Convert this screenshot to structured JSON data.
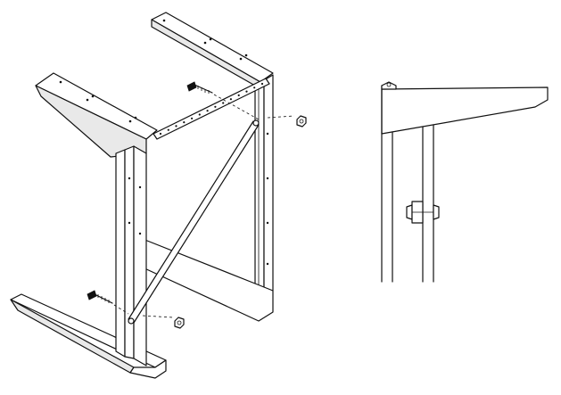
{
  "figure": {
    "views": [
      {
        "name": "exploded-isometric-assembly"
      },
      {
        "name": "side-detail-view"
      }
    ],
    "parts": [
      "top-bracket",
      "bottom-foot",
      "vertical-rail",
      "diagonal-brace",
      "screw",
      "nut",
      "hole-strip"
    ]
  },
  "colors": {
    "line": "#111111",
    "background": "#ffffff",
    "shade": "#e9e9e9"
  }
}
